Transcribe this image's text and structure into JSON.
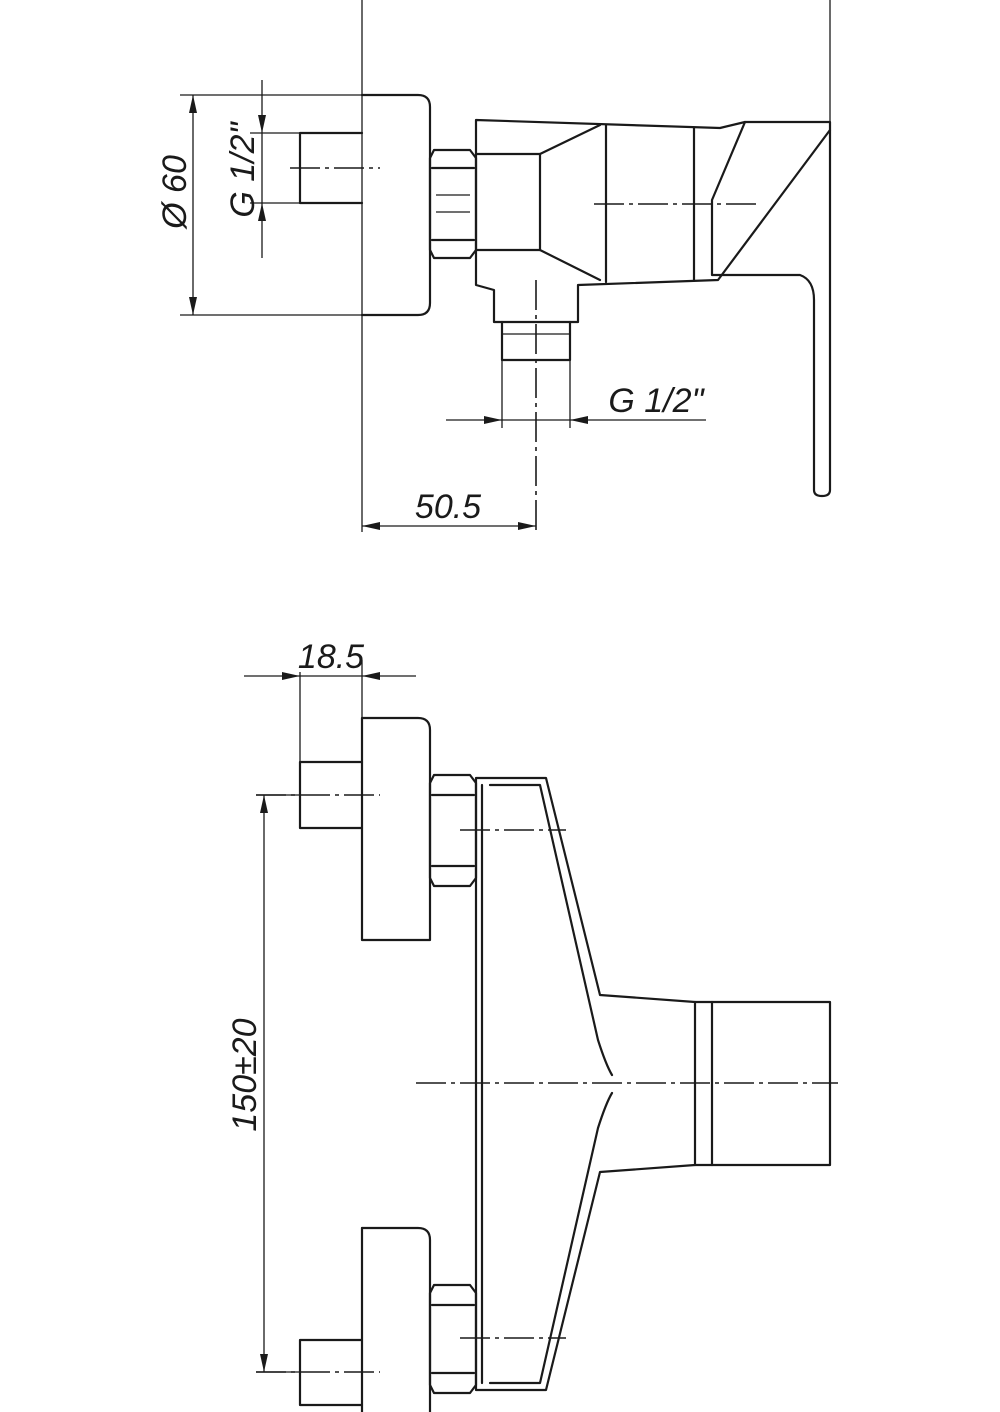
{
  "dimensions": {
    "diameter": "Ø 60",
    "inlet_thread": "G 1/2\"",
    "outlet_thread": "G 1/2\"",
    "projection": "50.5",
    "inlet_length": "18.5",
    "center_distance": "150±20"
  }
}
